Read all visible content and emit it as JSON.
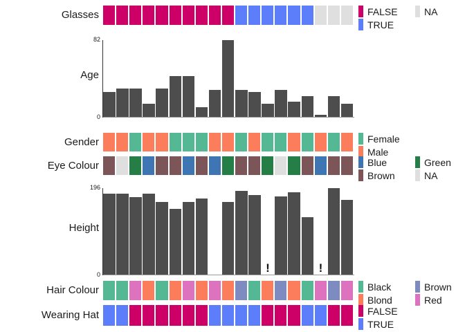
{
  "plot": {
    "n_observations": 19,
    "palettes": {
      "logical": {
        "FALSE": "#CC0066",
        "TRUE": "#5C7EFA",
        "NA": "#DFDFDF"
      },
      "gender": {
        "Female": "#55B894",
        "Male": "#FB7D5B"
      },
      "eye": {
        "Blue": "#3E76B4",
        "Brown": "#7B5558",
        "Green": "#257E46",
        "NA": "#DFDFDF"
      },
      "hair": {
        "Black": "#55B894",
        "Blond": "#FB7D5B",
        "Brown": "#7E8BC0",
        "Red": "#DD72BE"
      },
      "bar": "#4D4D4D"
    },
    "rows": [
      {
        "name": "glasses",
        "label": "Glasses",
        "type": "categorical",
        "values": [
          "FALSE",
          "FALSE",
          "FALSE",
          "FALSE",
          "FALSE",
          "FALSE",
          "FALSE",
          "FALSE",
          "FALSE",
          "FALSE",
          "TRUE",
          "TRUE",
          "TRUE",
          "TRUE",
          "TRUE",
          "TRUE",
          "NA",
          "NA",
          "NA"
        ],
        "legend": {
          "columns": [
            [
              {
                "label": "FALSE",
                "color": "#CC0066"
              },
              {
                "label": "TRUE",
                "color": "#5C7EFA"
              }
            ],
            [
              {
                "label": "NA",
                "color": "#DFDFDF"
              }
            ]
          ]
        }
      },
      {
        "name": "age",
        "label": "Age",
        "type": "bar",
        "axis_max_label": "82",
        "axis_min_label": "0",
        "ymax": 82,
        "values": [
          27,
          31,
          31,
          15,
          31,
          44,
          44,
          11,
          29,
          82,
          29,
          27,
          15,
          29,
          17,
          23,
          3,
          23,
          15
        ]
      },
      {
        "name": "gender",
        "label": "Gender",
        "type": "categorical",
        "values": [
          "Male",
          "Male",
          "Female",
          "Male",
          "Male",
          "Female",
          "Female",
          "Female",
          "Male",
          "Male",
          "Female",
          "Male",
          "Female",
          "Female",
          "Male",
          "Female",
          "Male",
          "Female",
          "Male"
        ],
        "legend": {
          "columns": [
            [
              {
                "label": "Female",
                "color": "#55B894"
              },
              {
                "label": "Male",
                "color": "#FB7D5B"
              }
            ]
          ]
        }
      },
      {
        "name": "eye-colour",
        "label": "Eye Colour",
        "type": "categorical",
        "values": [
          "Brown",
          "NA",
          "Green",
          "Blue",
          "Brown",
          "Brown",
          "Blue",
          "Brown",
          "Blue",
          "Green",
          "Brown",
          "Brown",
          "Green",
          "NA",
          "Green",
          "Brown",
          "Blue",
          "Brown",
          "Brown"
        ],
        "legend": {
          "columns": [
            [
              {
                "label": "Blue",
                "color": "#3E76B4"
              },
              {
                "label": "Brown",
                "color": "#7B5558"
              }
            ],
            [
              {
                "label": "Green",
                "color": "#257E46"
              },
              {
                "label": "NA",
                "color": "#DFDFDF"
              }
            ]
          ]
        }
      },
      {
        "name": "height",
        "label": "Height",
        "type": "bar",
        "axis_max_label": "196",
        "axis_min_label": "0",
        "ymax": 196,
        "values": [
          183,
          183,
          176,
          183,
          165,
          150,
          165,
          172,
          null,
          165,
          190,
          180,
          null,
          178,
          186,
          130,
          null,
          196,
          170
        ],
        "flagged_indices": [
          12,
          16
        ],
        "flag_symbol": "!"
      },
      {
        "name": "hair-colour",
        "label": "Hair Colour",
        "type": "categorical",
        "values": [
          "Black",
          "Black",
          "Red",
          "Blond",
          "Black",
          "Blond",
          "Red",
          "Blond",
          "Red",
          "Blond",
          "Brown",
          "Black",
          "Blond",
          "Brown",
          "Blond",
          "Black",
          "Red",
          "Brown",
          "Red"
        ],
        "legend": {
          "columns": [
            [
              {
                "label": "Black",
                "color": "#55B894"
              },
              {
                "label": "Blond",
                "color": "#FB7D5B"
              }
            ],
            [
              {
                "label": "Brown",
                "color": "#7E8BC0"
              },
              {
                "label": "Red",
                "color": "#DD72BE"
              }
            ]
          ]
        }
      },
      {
        "name": "wearing-hat",
        "label": "Wearing Hat",
        "type": "categorical",
        "values": [
          "TRUE",
          "TRUE",
          "FALSE",
          "FALSE",
          "FALSE",
          "FALSE",
          "FALSE",
          "FALSE",
          "TRUE",
          "TRUE",
          "TRUE",
          "TRUE",
          "FALSE",
          "FALSE",
          "FALSE",
          "TRUE",
          "TRUE",
          "FALSE",
          "FALSE"
        ],
        "legend": {
          "columns": [
            [
              {
                "label": "FALSE",
                "color": "#CC0066"
              },
              {
                "label": "TRUE",
                "color": "#5C7EFA"
              }
            ]
          ]
        }
      }
    ]
  }
}
